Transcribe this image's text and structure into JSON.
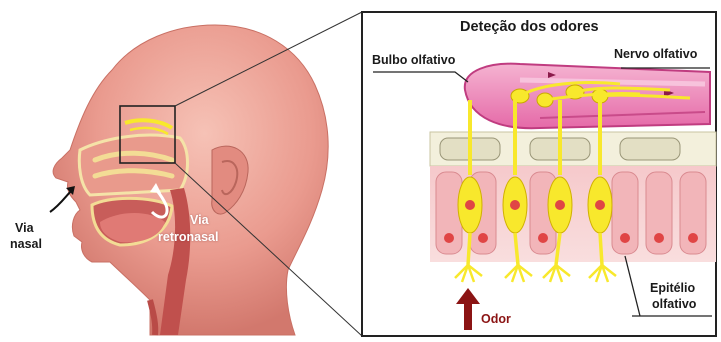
{
  "title": "Deteção dos odores",
  "labels": {
    "bulbo": "Bulbo olfativo",
    "nervo": "Nervo olfativo",
    "via_nasal_1": "Via",
    "via_nasal_2": "nasal",
    "via_retro_1": "Via",
    "via_retro_2": "retronasal",
    "epitelio_1": "Epitélio",
    "epitelio_2": "olfativo",
    "odor": "Odor"
  },
  "colors": {
    "skin": "#f0a9a0",
    "skin_shadow": "#d98075",
    "bulb_magenta": "#e0559c",
    "bulb_pink": "#f7b6d3",
    "neuron_yellow": "#f8e82c",
    "epithelium_pink": "#f7cfd0",
    "cell_nucleus": "#e04545",
    "odor_arrow": "#8b1414",
    "frame": "#222222"
  }
}
